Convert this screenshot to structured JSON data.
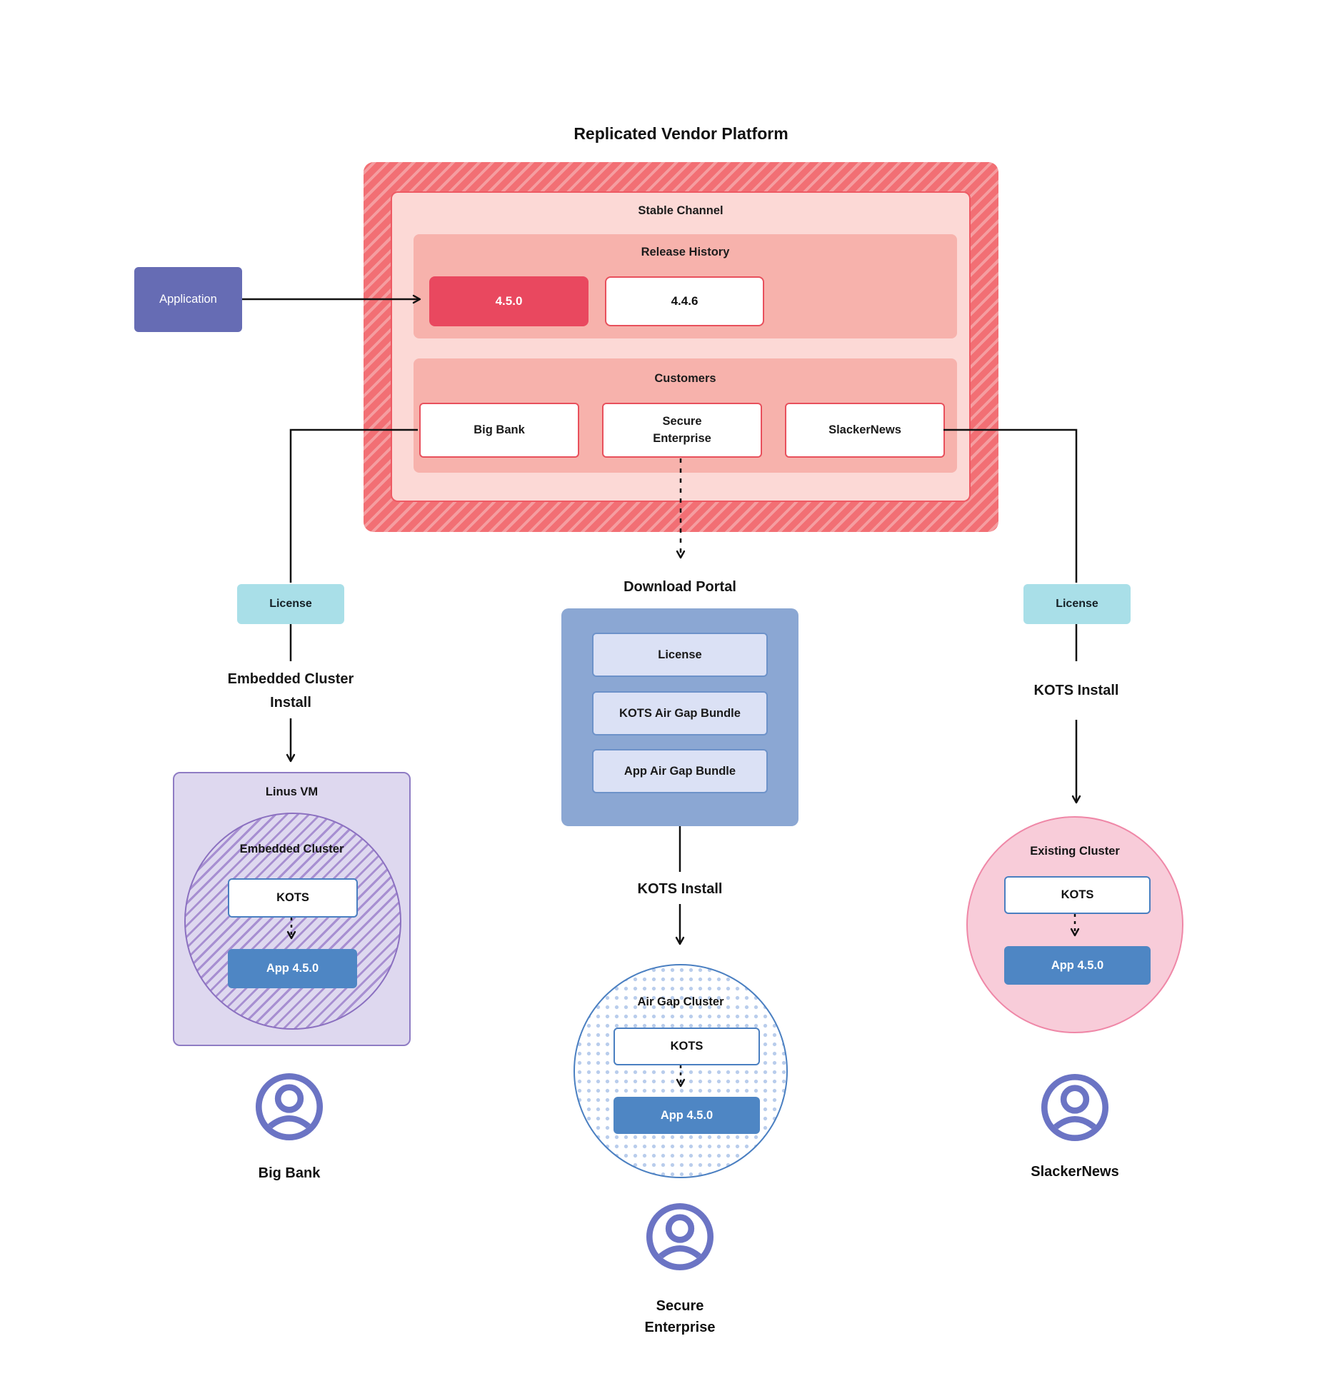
{
  "title": "Replicated Vendor Platform",
  "platform": {
    "channel": "Stable Channel",
    "release_history": {
      "label": "Release History",
      "releases": [
        {
          "version": "4.5.0",
          "state": "current"
        },
        {
          "version": "4.4.6",
          "state": "previous"
        }
      ]
    },
    "customers": {
      "label": "Customers",
      "items": [
        {
          "name": "Big Bank"
        },
        {
          "name": "Secure Enterprise"
        },
        {
          "name": "SlackerNews"
        }
      ]
    }
  },
  "application": {
    "label": "Application"
  },
  "licenses": {
    "left": "License",
    "right": "License"
  },
  "install_labels": {
    "left": "Embedded Cluster Install",
    "middle": "KOTS Install",
    "right": "KOTS Install"
  },
  "download_portal": {
    "title": "Download Portal",
    "items": [
      {
        "label": "License"
      },
      {
        "label": "KOTS Air Gap Bundle"
      },
      {
        "label": "App Air Gap Bundle"
      }
    ]
  },
  "clusters": {
    "embedded": {
      "host": "Linus VM",
      "name": "Embedded Cluster",
      "kots": "KOTS",
      "app": "App 4.5.0"
    },
    "airgap": {
      "name": "Air Gap Cluster",
      "kots": "KOTS",
      "app": "App 4.5.0"
    },
    "existing": {
      "name": "Existing Cluster",
      "kots": "KOTS",
      "app": "App 4.5.0"
    }
  },
  "users": {
    "left": "Big Bank",
    "middle": "Secure Enterprise",
    "right": "SlackerNews"
  },
  "colors": {
    "hatch_red": "#f26f74",
    "hatch_stripe": "#f59da0",
    "channel_pink": "#fcd9d6",
    "salmon": "#f7b2ac",
    "release_red": "#e9485f",
    "red_border": "#e8505c",
    "application_purple": "#666cb4",
    "license_teal": "#a9dfe8",
    "portal_blue": "#8ba7d3",
    "portal_item": "#dbe1f5",
    "vm_lavender": "#ded8ef",
    "vm_border": "#8f7cc4",
    "kots_border": "#4a7fc1",
    "app_blue": "#4e86c4",
    "existing_pink": "#f8ccd9",
    "existing_border": "#ef87a7",
    "user_icon_purple": "#6b74c4"
  }
}
